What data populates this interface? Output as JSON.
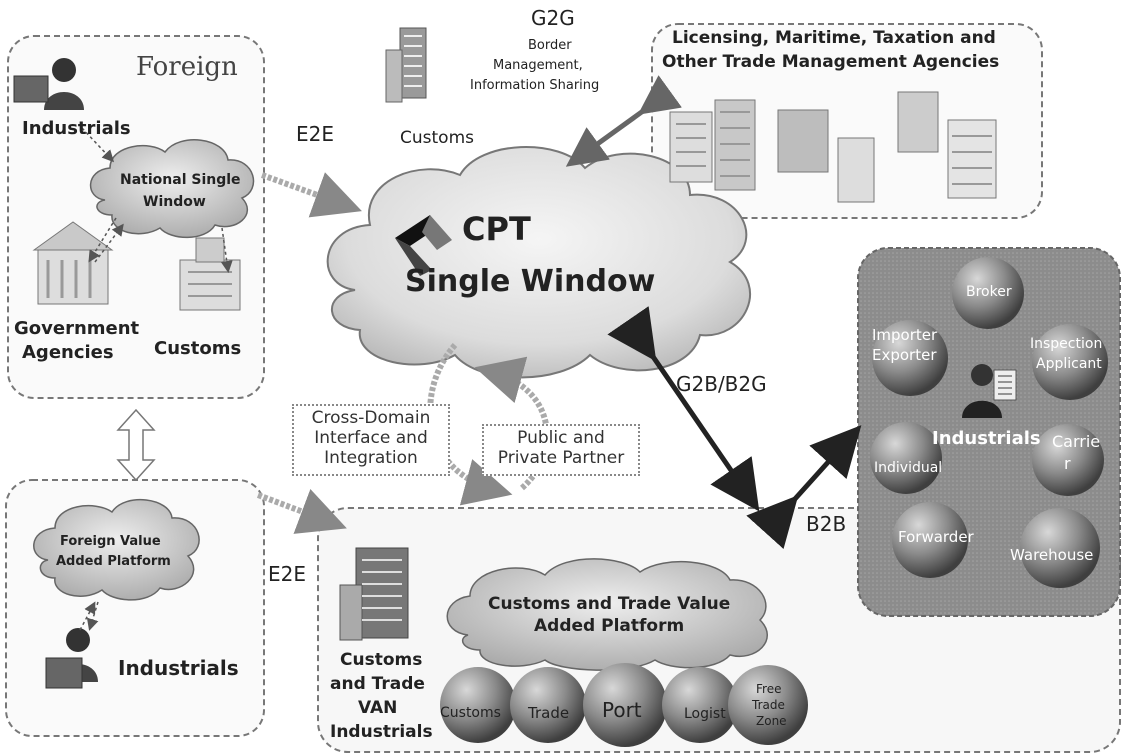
{
  "cpt": {
    "line1": "CPT",
    "line2": "Single Window"
  },
  "foreign_panel": {
    "title": "Foreign",
    "industrials": "Industrials",
    "nsw_line1": "National Single",
    "nsw_line2": "Window",
    "gov_line1": "Government",
    "gov_line2": "Agencies",
    "customs": "Customs"
  },
  "foreign_vap": {
    "line1": "Foreign Value",
    "line2": "Added Platform",
    "industrials": "Industrials"
  },
  "top": {
    "g2g_title": "G2G",
    "g2g_line1": "Border",
    "g2g_line2": "Management,",
    "g2g_line3": "Information Sharing",
    "customs": "Customs",
    "e2e": "E2E"
  },
  "agencies": {
    "line1": "Licensing, Maritime, Taxation and",
    "line2": "Other Trade Management Agencies"
  },
  "middle": {
    "cross_line1": "Cross-Domain",
    "cross_line2": "Interface and",
    "cross_line3": "Integration",
    "public_line1": "Public and",
    "public_line2": "Private Partner",
    "g2b": "G2B/B2G",
    "b2b": "B2B",
    "e2e_bottom": "E2E"
  },
  "ctvap": {
    "line1": "Customs and Trade Value",
    "line2": "Added Platform",
    "van_line1": "Customs",
    "van_line2": "and Trade",
    "van_line3": "VAN",
    "van_line4": "Industrials",
    "spheres": [
      "Customs",
      "Trade",
      "Port",
      "Logist",
      "Free",
      "Trade",
      "Zone"
    ]
  },
  "industrials_panel": {
    "broker": "Broker",
    "importer_line1": "Importer",
    "importer_line2": "Exporter",
    "inspection_line1": "Inspection",
    "inspection_line2": "Applicant",
    "center": "Industrials",
    "individual": "Individual",
    "carrier_line1": "Carrie",
    "carrier_line2": "r",
    "forwarder": "Forwarder",
    "warehouse": "Warehouse"
  }
}
